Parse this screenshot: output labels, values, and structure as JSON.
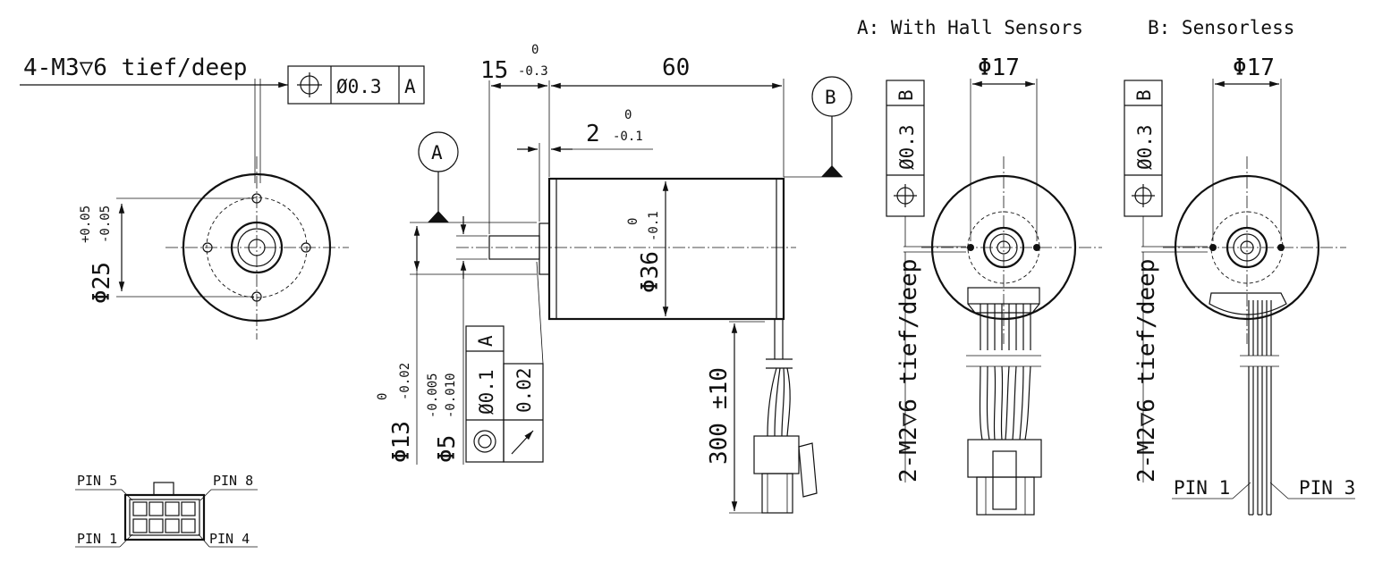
{
  "views": {
    "a_title": "A: With Hall Sensors",
    "b_title": "B: Sensorless"
  },
  "front_view": {
    "thread_note": "4-M3▽6 tief/deep",
    "fcf": {
      "symbol": "⌖",
      "tolerance": "Ø0.3",
      "datum": "A"
    },
    "bolt_circle": "Φ25",
    "bolt_circle_tol_upper": "+0.05",
    "bolt_circle_tol_lower": "-0.05"
  },
  "side_view": {
    "shaft_length": "15",
    "shaft_length_tol_upper": "0",
    "shaft_length_tol_lower": "-0.3",
    "body_length": "60",
    "flange": "2",
    "flange_tol_upper": "0",
    "flange_tol_lower": "-0.1",
    "body_diameter": "Φ36",
    "body_diameter_tol_upper": "0",
    "body_diameter_tol_lower": "-0.1",
    "datum_a": "A",
    "datum_b": "B",
    "pilot_diameter": "Φ13",
    "pilot_tol_upper": "0",
    "pilot_tol_lower": "-0.02",
    "shaft_diameter": "Φ5",
    "shaft_tol_upper": "-0.005",
    "shaft_tol_lower": "-0.010",
    "concentricity": {
      "tolerance": "Ø0.1",
      "datum": "A"
    },
    "runout": {
      "tolerance": "0.02"
    },
    "lead_length": "300",
    "lead_tol": "±10"
  },
  "hall_view": {
    "diameter": "Φ17",
    "fcf": {
      "tolerance": "Ø0.3",
      "datum": "B"
    },
    "thread_note": "2-M2▽6 tief/deep"
  },
  "sensorless_view": {
    "diameter": "Φ17",
    "fcf": {
      "tolerance": "Ø0.3",
      "datum": "B"
    },
    "thread_note": "2-M2▽6 tief/deep",
    "pin_left": "PIN 1",
    "pin_right": "PIN 3"
  },
  "connector": {
    "pin_top_left": "PIN 5",
    "pin_top_right": "PIN 8",
    "pin_bottom_left": "PIN 1",
    "pin_bottom_right": "PIN 4"
  }
}
